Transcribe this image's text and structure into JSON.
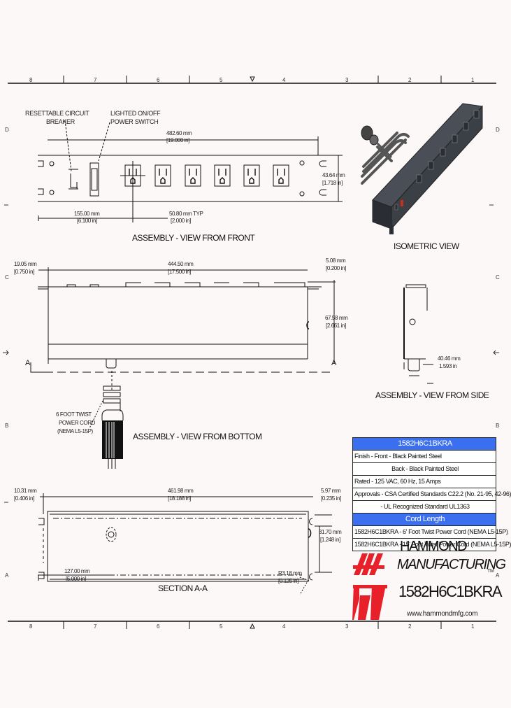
{
  "border": {
    "columns": [
      "8",
      "7",
      "6",
      "5",
      "4",
      "3",
      "2",
      "1"
    ],
    "rows": [
      "D",
      "C",
      "B",
      "A"
    ]
  },
  "front_view": {
    "title": "ASSEMBLY - VIEW FROM FRONT",
    "callout_breaker": "RESETTABLE CIRCUIT\nBREAKER",
    "callout_breaker_line1": "RESETTABLE CIRCUIT",
    "callout_breaker_line2": "BREAKER",
    "callout_switch_line1": "LIGHTED ON/OFF",
    "callout_switch_line2": "POWER SWITCH",
    "overall_length_mm": "482.60 mm",
    "overall_length_in": "[19.000 in]",
    "height_mm": "43.64 mm",
    "height_in": "[1.718 in]",
    "offset_mm": "155.00 mm",
    "offset_in": "[6.100 in]",
    "pitch_mm": "50.80 mm TYP",
    "pitch_in": "[2.000 in]",
    "outlet_count": 6
  },
  "isometric": {
    "title": "ISOMETRIC VIEW"
  },
  "bottom_view": {
    "title": "ASSEMBLY - VIEW FROM BOTTOM",
    "left_mm": "19.05 mm",
    "left_in": "[0.750 in]",
    "length_mm": "444.50 mm",
    "length_in": "[17.500 in]",
    "right_mm": "5.08 mm",
    "right_in": "[0.200 in]",
    "depth_mm": "67.58 mm",
    "depth_in": "[2.661 in]",
    "section_marker": "A",
    "cord_line1": "6 FOOT TWIST",
    "cord_line2": "POWER CORD",
    "cord_line3": "(NEMA L5-15P)"
  },
  "side_view": {
    "title": "ASSEMBLY - VIEW FROM SIDE",
    "width_mm": "40.46 mm",
    "width_in": "1.593 in"
  },
  "section_view": {
    "title": "SECTION A-A",
    "left_mm": "10.31 mm",
    "left_in": "[0.406 in]",
    "length_mm": "461.98 mm",
    "length_in": "[18.188 in]",
    "right_mm": "5.97 mm",
    "right_in": "[0.235 in]",
    "slot_mm": "31.70 mm",
    "slot_in": "[1.248 in]",
    "offset_mm": "127.00 mm",
    "offset_in": "[5.000 in]",
    "radius_mm": "R3.18 mm",
    "radius_in": "[0.125 in]"
  },
  "spec_table": {
    "header": "1582H6C1BKRA",
    "rows": [
      "Finish - Front - Black Painted Steel",
      "Back - Black Painted Steel",
      "Rated - 125 VAC, 60 Hz, 15 Amps",
      "Approvals - CSA Certified Standards C22.2 (No. 21-95, 42-96)",
      "- UL Recognized Standard UL1363"
    ],
    "cord_header": "Cord Length",
    "cord_rows": [
      "1582H6C1BKRA - 6' Foot Twist Power Cord (NEMA L5-15P)",
      "1582H6C1BKRA - 15' Foot Twist Power Cord (NEMA L5-15P)"
    ]
  },
  "title_block": {
    "company_line1": "HAMMOND",
    "company_line2": "MANUFACTURING",
    "trademark": "TM",
    "part_number": "1582H6C1BKRA",
    "website": "www.hammondmfg.com",
    "logo_color": "#e8202a"
  },
  "colors": {
    "table_header": "#3a6fef",
    "background": "#fcf8f8",
    "logo_red": "#e8202a",
    "product_body": "#3b3f46"
  }
}
